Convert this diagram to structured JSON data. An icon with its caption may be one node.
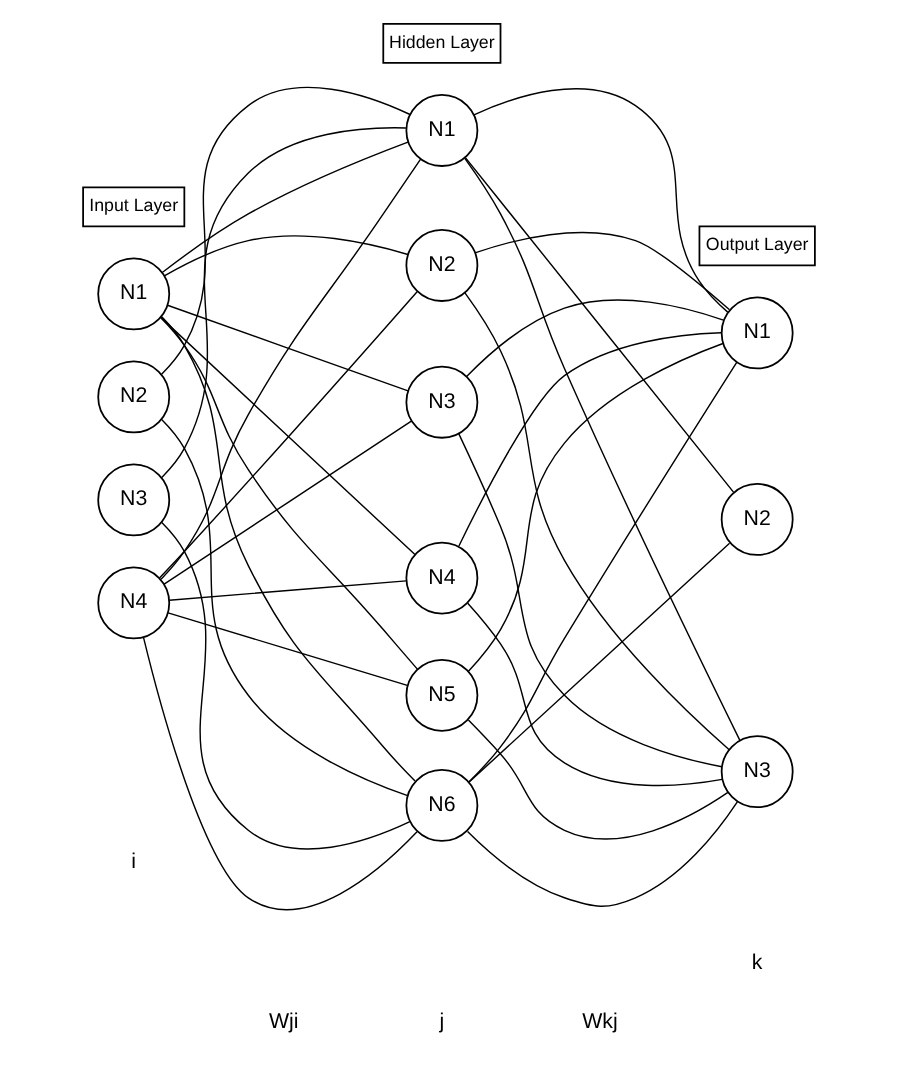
{
  "diagram": {
    "nodes": [
      {
        "text": [
          "Hidden Layer"
        ]
      },
      {
        "text": [
          "Input Layer"
        ]
      },
      {
        "text": [
          "Output Layer"
        ]
      },
      {
        "text": [
          "N1"
        ]
      },
      {
        "text": [
          "N2"
        ]
      },
      {
        "text": [
          "N3"
        ]
      },
      {
        "text": [
          "N4"
        ]
      },
      {
        "text": [
          "N1"
        ]
      },
      {
        "text": [
          "N2"
        ]
      },
      {
        "text": [
          "N3"
        ]
      },
      {
        "text": [
          "N4"
        ]
      },
      {
        "text": [
          "N5"
        ]
      },
      {
        "text": [
          "N6"
        ]
      },
      {
        "text": [
          "N1"
        ]
      },
      {
        "text": [
          "N2"
        ]
      },
      {
        "text": [
          "N3"
        ]
      }
    ],
    "edges": [
      {
        "from": 3,
        "to": 7,
        "arrow": "none"
      },
      {
        "from": 3,
        "to": 8,
        "arrow": "none"
      },
      {
        "from": 3,
        "to": 9,
        "arrow": "none"
      },
      {
        "from": 3,
        "to": 10,
        "arrow": "none"
      },
      {
        "from": 3,
        "to": 11,
        "arrow": "none"
      },
      {
        "from": 3,
        "to": 12,
        "arrow": "none"
      },
      {
        "from": 4,
        "to": 7,
        "arrow": "none"
      },
      {
        "from": 4,
        "to": 12,
        "arrow": "none"
      },
      {
        "from": 5,
        "to": 7,
        "arrow": "none"
      },
      {
        "from": 5,
        "to": 12,
        "arrow": "none"
      },
      {
        "from": 6,
        "to": 7,
        "arrow": "none"
      },
      {
        "from": 6,
        "to": 8,
        "arrow": "none"
      },
      {
        "from": 6,
        "to": 9,
        "arrow": "none"
      },
      {
        "from": 6,
        "to": 10,
        "arrow": "none"
      },
      {
        "from": 6,
        "to": 11,
        "arrow": "none"
      },
      {
        "from": 6,
        "to": 12,
        "arrow": "none"
      },
      {
        "from": 7,
        "to": 13,
        "arrow": "none"
      },
      {
        "from": 7,
        "to": 14,
        "arrow": "none"
      },
      {
        "from": 7,
        "to": 15,
        "arrow": "none"
      },
      {
        "from": 8,
        "to": 13,
        "arrow": "none"
      },
      {
        "from": 8,
        "to": 15,
        "arrow": "none"
      },
      {
        "from": 9,
        "to": 13,
        "arrow": "none"
      },
      {
        "from": 9,
        "to": 15,
        "arrow": "none"
      },
      {
        "from": 10,
        "to": 13,
        "arrow": "none"
      },
      {
        "from": 10,
        "to": 15,
        "arrow": "none"
      },
      {
        "from": 11,
        "to": 13,
        "arrow": "none"
      },
      {
        "from": 11,
        "to": 15,
        "arrow": "none"
      },
      {
        "from": 12,
        "to": 13,
        "arrow": "none"
      },
      {
        "from": 12,
        "to": 14,
        "arrow": "none"
      },
      {
        "from": 12,
        "to": 15,
        "arrow": "none"
      }
    ],
    "labels": [
      "i",
      "j",
      "k",
      "Wji",
      "Wkj"
    ]
  }
}
